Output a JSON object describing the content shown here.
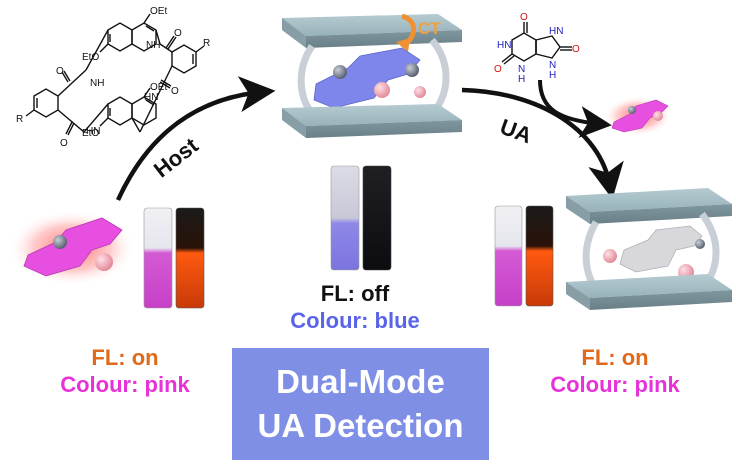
{
  "reagents": {
    "host": "Host",
    "ua": "UA",
    "ct": "CT"
  },
  "molecule_labels": {
    "oet_top": "OEt",
    "eto_left": "EtO",
    "oet_mid": "OEt",
    "eto_bottom": "EtO",
    "r_left": "R",
    "r_right": "R",
    "o1": "O",
    "o2": "O",
    "o3": "O",
    "o4": "O",
    "nh1": "NH",
    "hn1": "HN",
    "nh2": "NH",
    "hn2": "HN",
    "ua_o1": "O",
    "ua_o2": "O",
    "ua_o3": "O",
    "ua_hn1": "HN",
    "ua_hn2": "HN",
    "ua_n1": "N",
    "ua_n2": "N",
    "ua_h1": "H",
    "ua_h2": "H"
  },
  "states": {
    "left": {
      "fl": "FL: on",
      "colour": "Colour: pink"
    },
    "middle": {
      "fl": "FL: off",
      "colour": "Colour: blue"
    },
    "right": {
      "fl": "FL: on",
      "colour": "Colour: pink"
    }
  },
  "panel": {
    "line1": "Dual-Mode",
    "line2": "UA Detection"
  },
  "colors": {
    "pink_guest": "#e64fe0",
    "blue_guest": "#7e86ec",
    "orange_fl": "#e06a1c",
    "pink_text": "#e632d8",
    "blue_text": "#5a64e8",
    "host_slab": "#9fb8c0",
    "panel": "#7f8fe6"
  }
}
